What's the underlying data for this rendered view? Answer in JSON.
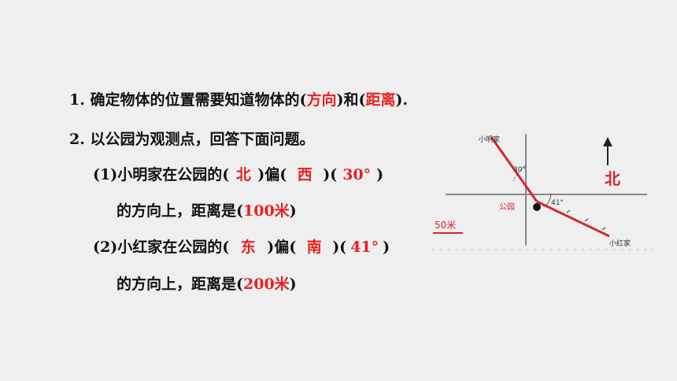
{
  "q1": {
    "text_a": "1. 确定物体的位置需要知道物体的(",
    "answer_direction": "方向",
    "text_b": ")和(",
    "answer_distance": "距离",
    "text_c": ")."
  },
  "q2": {
    "intro": "2. 以公园为观测点，回答下面问题。",
    "p1": {
      "text_a": "(1)小明家在公园的(",
      "ans_dir1": "北",
      "text_b": ")偏(",
      "ans_dir2": "西",
      "text_c": ")(",
      "ans_angle": "30°",
      "text_d": ")",
      "line2_a": "的方向上，距离是(",
      "ans_dist": "100米",
      "line2_b": ")"
    },
    "p2": {
      "text_a": "(2)小红家在公园的(",
      "ans_dir1": "东",
      "text_b": ")偏(",
      "ans_dir2": "南",
      "text_c": ")(",
      "ans_angle": "41°",
      "text_d": ")",
      "line2_a": "的方向上，距离是(",
      "ans_dist": "200米",
      "line2_b": ")"
    }
  },
  "diagram": {
    "label_xiaoming": "小明家",
    "label_xiaohong": "小红家",
    "label_park": "公园",
    "angle_30": "30°",
    "angle_41": "41°",
    "north_label": "北",
    "scale_label": "50米",
    "colors": {
      "route": "#d8262c",
      "axis": "#888888",
      "answer": "#e8201f"
    }
  }
}
